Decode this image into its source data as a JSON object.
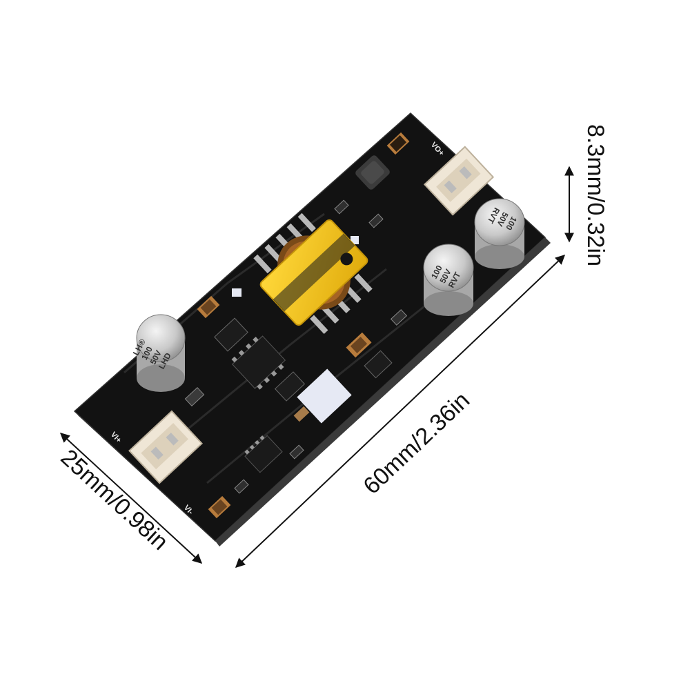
{
  "dimensions": {
    "height": "8.3mm/0.32in",
    "length": "60mm/2.36in",
    "width": "25mm/0.98in"
  },
  "board": {
    "silkscreen": {
      "vo_plus": "VO+",
      "vi_plus": "VI+",
      "vi_minus": "VI-"
    },
    "capacitors": [
      {
        "brand": "LH®",
        "value": "100",
        "voltage": "50V",
        "series": "LHD"
      },
      {
        "brand": "",
        "value": "100",
        "voltage": "50V",
        "series": "RVT"
      },
      {
        "brand": "",
        "value": "100",
        "voltage": "50V",
        "series": "RVT"
      }
    ]
  },
  "colors": {
    "background": "#ffffff",
    "pcb": "#121212",
    "transformer": "#f2c31b",
    "connector": "#efe6d6",
    "capacitor": "#cfcfcf"
  }
}
